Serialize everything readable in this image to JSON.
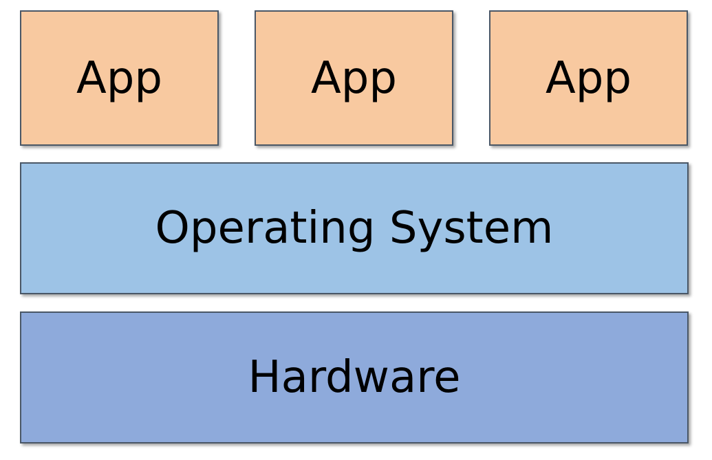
{
  "colors": {
    "app_fill": "#f8c9a0",
    "os_fill": "#9dc3e6",
    "hardware_fill": "#8eaadb",
    "border": "#4a5766"
  },
  "apps": [
    {
      "label": "App"
    },
    {
      "label": "App"
    },
    {
      "label": "App"
    }
  ],
  "operating_system": {
    "label": "Operating System"
  },
  "hardware": {
    "label": "Hardware"
  }
}
